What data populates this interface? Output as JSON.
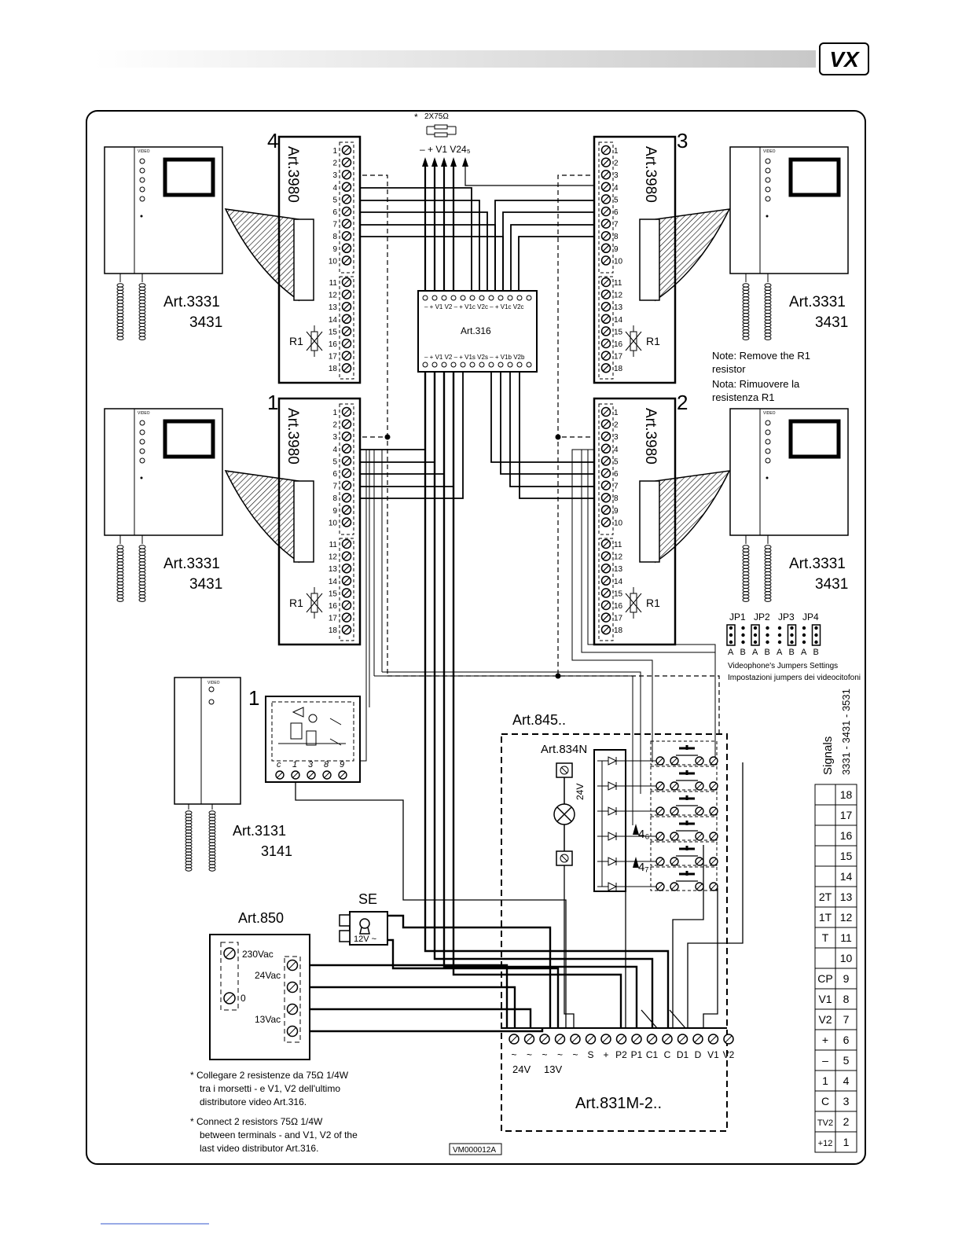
{
  "brand": {
    "logo_text": "VX"
  },
  "art3980": {
    "code": "Art.3980",
    "numbers": [
      "1",
      "2",
      "3",
      "4"
    ],
    "terminals": [
      "1",
      "2",
      "3",
      "4",
      "5",
      "6",
      "7",
      "8",
      "9",
      "10",
      "11",
      "12",
      "13",
      "14",
      "15",
      "16",
      "17",
      "18"
    ],
    "r1": "R1"
  },
  "monitor": {
    "label1": "Art.3331",
    "label2": "3431",
    "top_label": "VIDEO"
  },
  "resistors": {
    "mark": "*",
    "value": "2X75Ω",
    "pins": "–  +  V1  V24₅"
  },
  "art316": {
    "label": "Art.316",
    "top_pins": "–  +  V1  V2  –  +  V1c V2c  –  +  V1c V2c",
    "bottom_pins": "–  +  V1  V2  –  +  V1s V2s  –  +  V1b V2b"
  },
  "note": {
    "en1": "Note: Remove the R1",
    "en2": "resistor",
    "it1": "Nota: Rimuovere la",
    "it2": "resistenza R1"
  },
  "jumpers": {
    "labels": [
      "JP1",
      "JP2",
      "JP3",
      "JP4"
    ],
    "ab": [
      "A",
      "B",
      "A",
      "B",
      "A",
      "B",
      "A",
      "B"
    ],
    "caption_en": "Videophone's Jumpers Settings",
    "caption_it": "Impostazioni jumpers dei videocitofoni"
  },
  "intercom": {
    "label1": "Art.3131",
    "label2": "3141",
    "number": "1",
    "pins": [
      "c",
      "1",
      "3",
      "8",
      "9"
    ]
  },
  "art845": {
    "label": "Art.845.."
  },
  "art834": {
    "label": "Art.834N",
    "voltage": "24V"
  },
  "se": {
    "label": "SE",
    "voltage": "12V ~"
  },
  "art850": {
    "label": "Art.850",
    "v230": "230Vac",
    "v24": "24Vac",
    "v0": "0",
    "v13": "13Vac"
  },
  "art831": {
    "label": "Art.831M-2..",
    "terminals": [
      "~",
      "~",
      "~",
      "~",
      "~",
      "S",
      "+",
      "P2",
      "P1",
      "C1",
      "C",
      "D1",
      "D",
      "V1",
      "V2"
    ],
    "v24": "24V",
    "v13": "13V"
  },
  "signals": {
    "title": "Signals",
    "models": "3331 - 3431 - 3531",
    "rows": [
      {
        "sig": "",
        "num": "18"
      },
      {
        "sig": "",
        "num": "17"
      },
      {
        "sig": "",
        "num": "16"
      },
      {
        "sig": "",
        "num": "15"
      },
      {
        "sig": "",
        "num": "14"
      },
      {
        "sig": "2T",
        "num": "13"
      },
      {
        "sig": "1T",
        "num": "12"
      },
      {
        "sig": "T",
        "num": "11"
      },
      {
        "sig": "",
        "num": "10"
      },
      {
        "sig": "CP",
        "num": "9"
      },
      {
        "sig": "V1",
        "num": "8"
      },
      {
        "sig": "V2",
        "num": "7"
      },
      {
        "sig": "+",
        "num": "6"
      },
      {
        "sig": "–",
        "num": "5"
      },
      {
        "sig": "1",
        "num": "4"
      },
      {
        "sig": "C",
        "num": "3"
      },
      {
        "sig": "TV2",
        "num": "2"
      },
      {
        "sig": "+12",
        "num": "1"
      }
    ]
  },
  "footnotes": {
    "it1": "*  Collegare 2 resistenze da    75Ω 1/4W",
    "it2": "tra i morsetti - e V1, V2 dell'ultimo",
    "it3": "distributore video Art.316.",
    "en1": "*  Connect 2 resistors  75Ω  1/4W",
    "en2": "between terminals - and V1, V2 of the",
    "en3": "last video distributor Art.316."
  },
  "code": "VM000012A",
  "arrows": {
    "a6": "4₆",
    "a7": "4₇"
  }
}
